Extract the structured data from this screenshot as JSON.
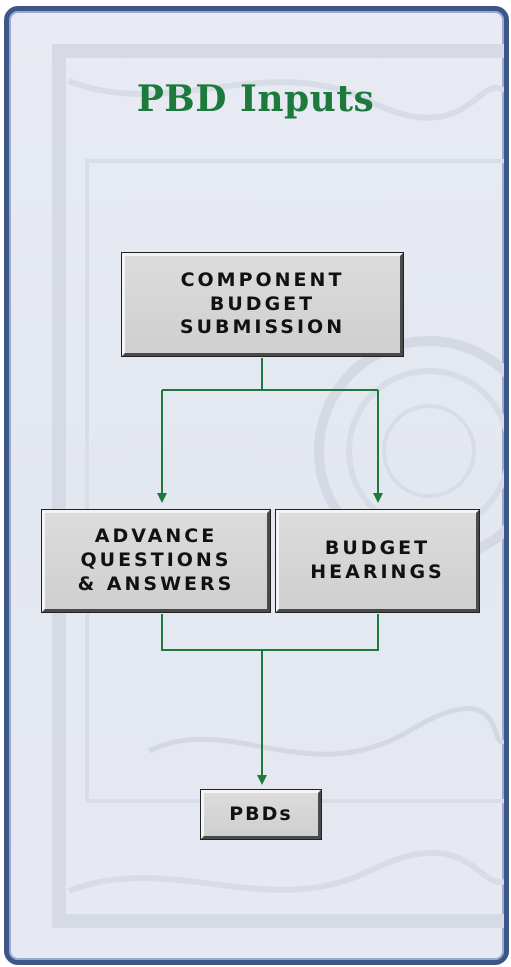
{
  "title": "PBD Inputs",
  "nodes": {
    "submission": "COMPONENT\nBUDGET\nSUBMISSION",
    "advance": "ADVANCE\nQUESTIONS\n& ANSWERS",
    "hearings": "BUDGET\nHEARINGS",
    "pbds": "PBDs"
  },
  "colors": {
    "title": "#1e7a3c",
    "connector": "#1e7a3c",
    "frame": "#3c5688",
    "box_fill": "#d3d3d3"
  },
  "edges": [
    {
      "from": "submission",
      "to": "advance"
    },
    {
      "from": "submission",
      "to": "hearings"
    },
    {
      "from": "advance",
      "to": "pbds"
    },
    {
      "from": "hearings",
      "to": "pbds"
    }
  ]
}
